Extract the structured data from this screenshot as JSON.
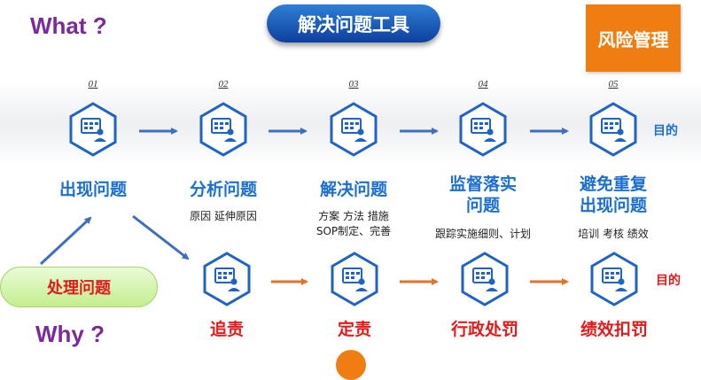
{
  "header": {
    "what": "What ?",
    "why": "Why ?",
    "tool_title": "解决问题工具",
    "risk": "风险管理"
  },
  "top_steps": [
    {
      "num": "01",
      "title": "出现问题",
      "desc": ""
    },
    {
      "num": "02",
      "title": "分析问题",
      "desc": "原因 延伸原因"
    },
    {
      "num": "03",
      "title": "解决问题",
      "desc": "方案 方法 措施\nSOP制定、完善"
    },
    {
      "num": "04",
      "title": "监督落实\n问题",
      "desc": "跟踪实施细则、计划"
    },
    {
      "num": "05",
      "title": "避免重复\n出现问题",
      "desc": "培训 考核 绩效"
    }
  ],
  "top_goal": "目的",
  "process_label": "处理问题",
  "bottom_steps": [
    {
      "title": "追责"
    },
    {
      "title": "定责"
    },
    {
      "title": "行政处罚"
    },
    {
      "title": "绩效扣罚"
    }
  ],
  "bottom_goal": "目的",
  "colors": {
    "title_blue": "#1a6fd1",
    "red": "#e11b1b",
    "purple": "#7a2a9a",
    "orange": "#f07d12",
    "arrow_blue": "#3f6fc0",
    "arrow_orange": "#e2712a"
  }
}
